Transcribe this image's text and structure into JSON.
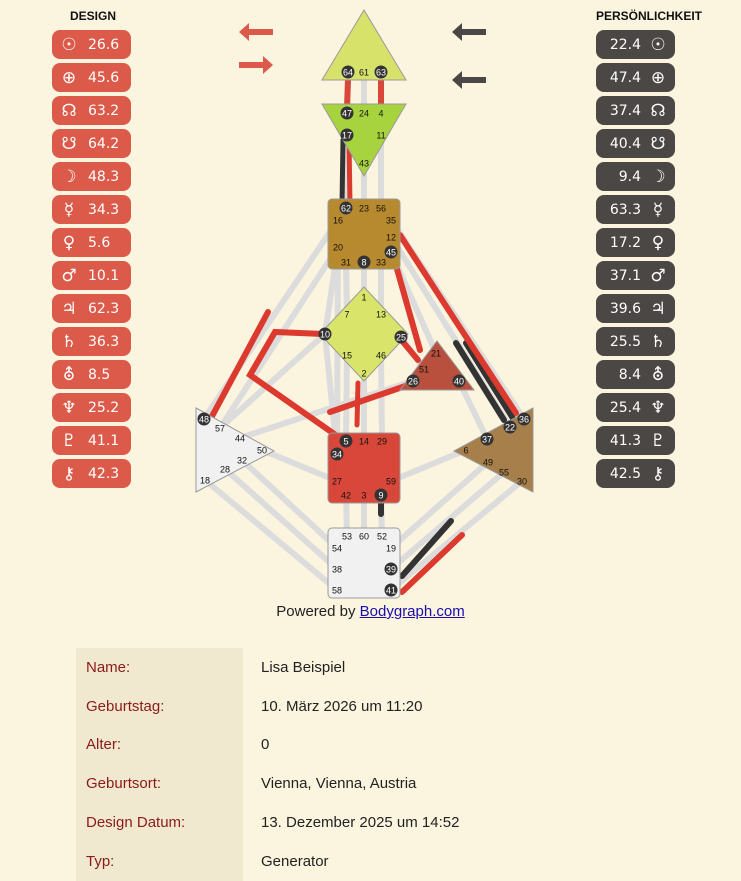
{
  "design": {
    "title": "DESIGN",
    "planets": [
      {
        "icon": "sun-icon",
        "glyph": "☉",
        "value": "26.6"
      },
      {
        "icon": "earth-icon",
        "glyph": "⊕",
        "value": "45.6"
      },
      {
        "icon": "north-node-icon",
        "glyph": "☊",
        "value": "63.2"
      },
      {
        "icon": "south-node-icon",
        "glyph": "☋",
        "value": "64.2"
      },
      {
        "icon": "moon-icon",
        "glyph": "☽",
        "value": "48.3"
      },
      {
        "icon": "mercury-icon",
        "glyph": "☿",
        "value": "34.3"
      },
      {
        "icon": "venus-icon",
        "glyph": "♀",
        "value": "5.6"
      },
      {
        "icon": "mars-icon",
        "glyph": "♂",
        "value": "10.1"
      },
      {
        "icon": "jupiter-icon",
        "glyph": "♃",
        "value": "62.3"
      },
      {
        "icon": "saturn-icon",
        "glyph": "♄",
        "value": "36.3"
      },
      {
        "icon": "uranus-icon",
        "glyph": "⛢",
        "value": "8.5"
      },
      {
        "icon": "neptune-icon",
        "glyph": "♆",
        "value": "25.2"
      },
      {
        "icon": "pluto-icon",
        "glyph": "♇",
        "value": "41.1"
      },
      {
        "icon": "chiron-icon",
        "glyph": "⚷",
        "value": "42.3"
      }
    ]
  },
  "personality": {
    "title": "PERSÖNLICHKEIT",
    "planets": [
      {
        "icon": "sun-icon",
        "glyph": "☉",
        "value": "22.4"
      },
      {
        "icon": "earth-icon",
        "glyph": "⊕",
        "value": "47.4"
      },
      {
        "icon": "north-node-icon",
        "glyph": "☊",
        "value": "37.4"
      },
      {
        "icon": "south-node-icon",
        "glyph": "☋",
        "value": "40.4"
      },
      {
        "icon": "moon-icon",
        "glyph": "☽",
        "value": "9.4"
      },
      {
        "icon": "mercury-icon",
        "glyph": "☿",
        "value": "63.3"
      },
      {
        "icon": "venus-icon",
        "glyph": "♀",
        "value": "17.2"
      },
      {
        "icon": "mars-icon",
        "glyph": "♂",
        "value": "37.1"
      },
      {
        "icon": "jupiter-icon",
        "glyph": "♃",
        "value": "39.6"
      },
      {
        "icon": "saturn-icon",
        "glyph": "♄",
        "value": "25.5"
      },
      {
        "icon": "uranus-icon",
        "glyph": "⛢",
        "value": "8.4"
      },
      {
        "icon": "neptune-icon",
        "glyph": "♆",
        "value": "25.4"
      },
      {
        "icon": "pluto-icon",
        "glyph": "♇",
        "value": "41.3"
      },
      {
        "icon": "chiron-icon",
        "glyph": "⚷",
        "value": "42.5"
      }
    ]
  },
  "colors": {
    "design_red": "#dc3a2e",
    "personality_black": "#333333",
    "inactive_gray": "#dcdcdc",
    "head": "#d7e26a",
    "ajna": "#a6d33e",
    "throat": "#b88a2f",
    "g_center": "#d9e46a",
    "heart": "#b9503e",
    "sacral": "#d9473a",
    "spleen": "#a77f4a",
    "white": "#f1f1f1"
  },
  "bodygraph": {
    "centers": {
      "head": {
        "gates": [
          "64",
          "61",
          "63"
        ]
      },
      "ajna": {
        "gates": [
          "47",
          "24",
          "4",
          "17",
          "11",
          "43"
        ]
      },
      "throat": {
        "gates": [
          "62",
          "23",
          "56",
          "16",
          "35",
          "12",
          "20",
          "45",
          "31",
          "8",
          "33"
        ]
      },
      "g": {
        "gates": [
          "1",
          "7",
          "13",
          "10",
          "25",
          "15",
          "46",
          "2"
        ]
      },
      "heart": {
        "gates": [
          "21",
          "51",
          "26",
          "40"
        ]
      },
      "spleen": {
        "gates": [
          "48",
          "57",
          "44",
          "50",
          "32",
          "28",
          "18"
        ]
      },
      "sacral": {
        "gates": [
          "5",
          "14",
          "29",
          "34",
          "27",
          "59",
          "42",
          "3",
          "9"
        ]
      },
      "solar_plexus": {
        "gates": [
          "36",
          "22",
          "37",
          "6",
          "49",
          "55",
          "30"
        ]
      },
      "root": {
        "gates": [
          "53",
          "60",
          "52",
          "54",
          "19",
          "38",
          "39",
          "58",
          "41"
        ]
      }
    }
  },
  "powered": {
    "prefix": "Powered by ",
    "link": "Bodygraph.com"
  },
  "info": [
    {
      "label": "Name:",
      "value": "Lisa Beispiel"
    },
    {
      "label": "Geburtstag:",
      "value": "10. März 2026 um 11:20"
    },
    {
      "label": "Alter:",
      "value": "0"
    },
    {
      "label": "Geburtsort:",
      "value": "Vienna, Vienna, Austria"
    },
    {
      "label": "Design Datum:",
      "value": "13. Dezember 2025 um 14:52"
    },
    {
      "label": "Typ:",
      "value": "Generator"
    }
  ]
}
